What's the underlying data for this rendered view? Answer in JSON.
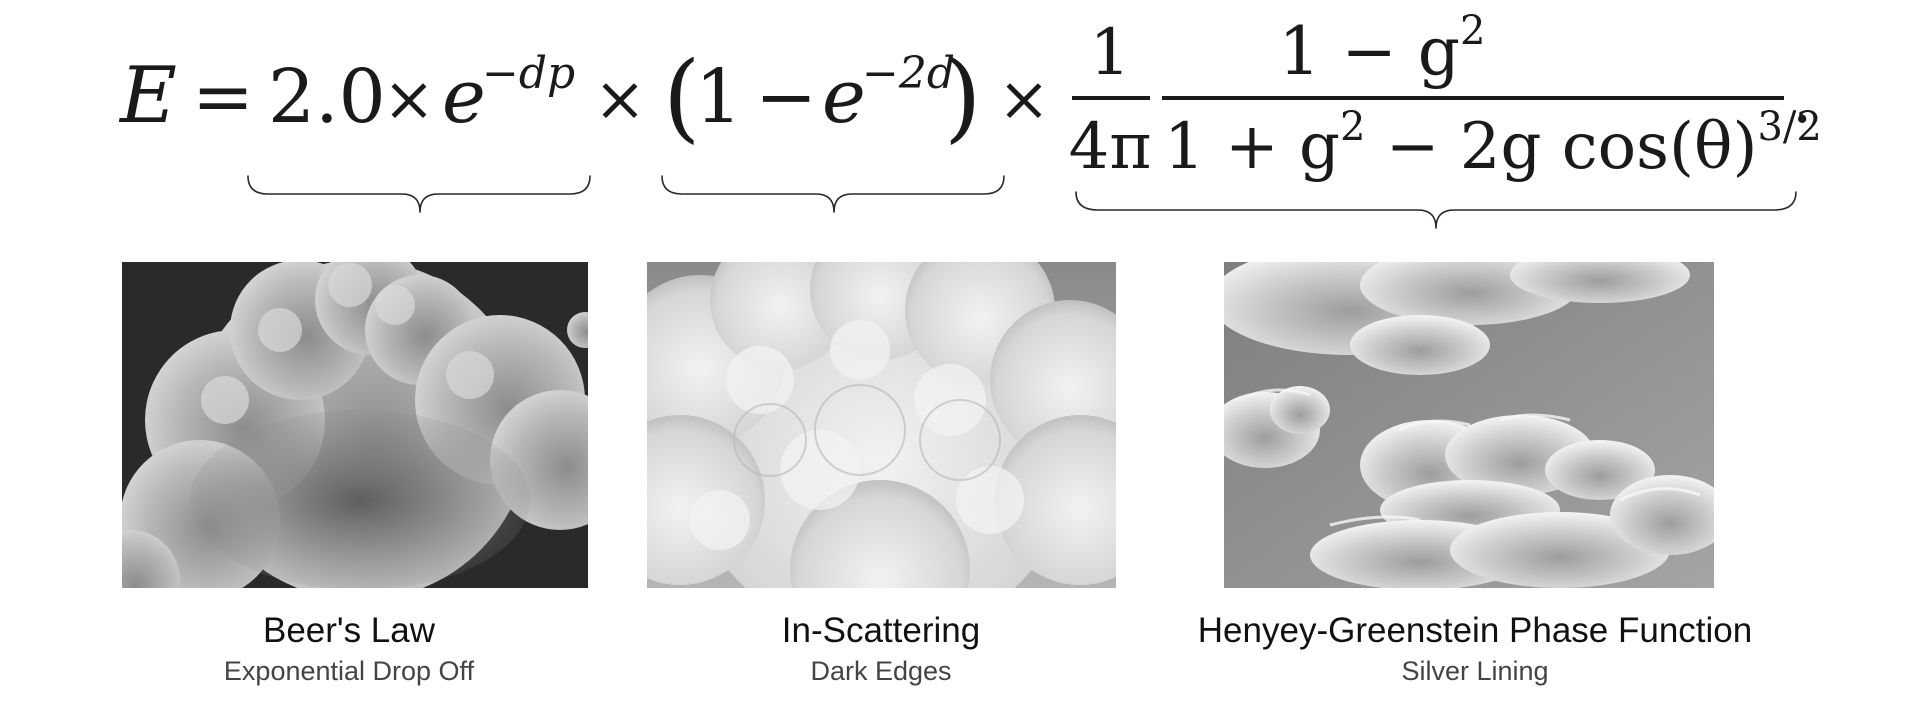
{
  "equation": {
    "lhs": "E",
    "eq": "=",
    "coef": "2.0",
    "times": "×",
    "base": "e",
    "exp1": "−dp",
    "open_paren": "(",
    "one": "1",
    "minus": "−",
    "exp2": "−2d",
    "close_paren": ")",
    "frac1_num": "1",
    "frac1_den": "4π",
    "frac2_num": "1 − g",
    "frac2_num_sup": "2",
    "frac2_den_a": "1 + g",
    "frac2_den_sup": "2",
    "frac2_den_b": " − 2g cos(θ)",
    "frac2_den_exp": "3/2",
    "period": "."
  },
  "panels": [
    {
      "title": "Beer's Law",
      "subtitle": "Exponential Drop Off",
      "image_description": "billowing cumulus cloud against dark sky, grayscale",
      "colors": {
        "sky": "#2b2b2b",
        "cloud": "#bdbdbd"
      }
    },
    {
      "title": "In-Scattering",
      "subtitle": "Dark Edges",
      "image_description": "dense bright cumulus cloud mass, grayscale",
      "colors": {
        "sky": "#9a9a9a",
        "cloud": "#e2e2e2"
      }
    },
    {
      "title": "Henyey-Greenstein Phase Function",
      "subtitle": "Silver Lining",
      "image_description": "scattered clouds with bright silver edges, grayscale",
      "colors": {
        "sky": "#8f8f8f",
        "cloud": "#d8d8d8"
      }
    }
  ]
}
